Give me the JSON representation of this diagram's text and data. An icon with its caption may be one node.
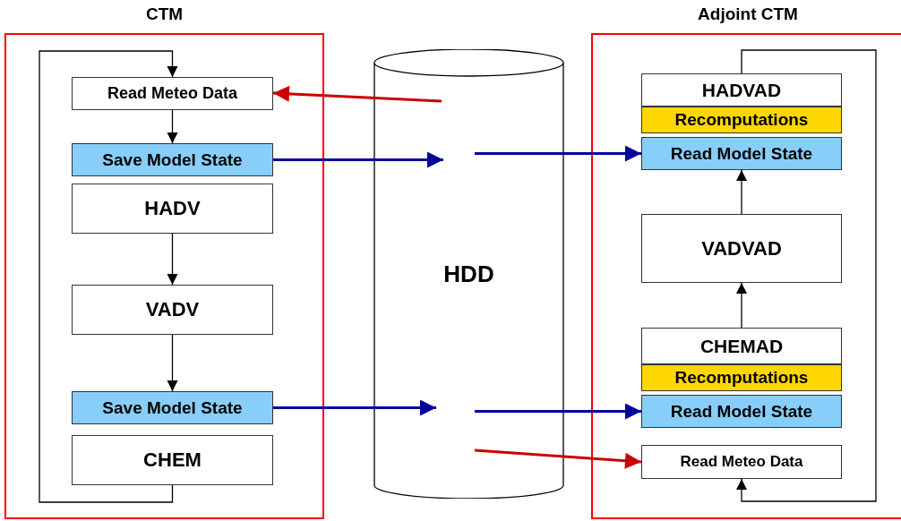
{
  "diagram": {
    "nodes": [
      {
        "text": [
          "CTM"
        ]
      },
      {
        "text": [
          "Read Meteo Data"
        ],
        "in": 0
      },
      {
        "text": [
          "Save Model State"
        ],
        "in": 0
      },
      {
        "text": [
          "HADV"
        ],
        "in": 0
      },
      {
        "text": [
          "VADV"
        ],
        "in": 0
      },
      {
        "text": [
          "Save Model State"
        ],
        "in": 0
      },
      {
        "text": [
          "CHEM"
        ],
        "in": 0
      },
      {
        "text": [
          "HDD"
        ]
      },
      {
        "text": [
          "Adjoint CTM"
        ]
      },
      {
        "text": [
          "HADVAD"
        ],
        "in": 8
      },
      {
        "text": [
          "Recomputations"
        ],
        "in": 8
      },
      {
        "text": [
          "Read Model State"
        ],
        "in": 8
      },
      {
        "text": [
          "VADVAD"
        ],
        "in": 8
      },
      {
        "text": [
          "CHEMAD"
        ],
        "in": 8
      },
      {
        "text": [
          "Recomputations"
        ],
        "in": 8
      },
      {
        "text": [
          "Read Model State"
        ],
        "in": 8
      },
      {
        "text": [
          "Read Meteo Data"
        ],
        "in": 8
      }
    ],
    "edges": [
      {
        "from": 1,
        "to": 2,
        "arrow": "to"
      },
      {
        "from": 3,
        "to": 4,
        "arrow": "to"
      },
      {
        "from": 4,
        "to": 5,
        "arrow": "to"
      },
      {
        "from": 6,
        "to": 1,
        "arrow": "to"
      },
      {
        "from": 7,
        "to": 1,
        "arrow": "to",
        "style": "thick",
        "color": "#cc0000"
      },
      {
        "from": 2,
        "to": 7,
        "arrow": "to",
        "style": "thick",
        "color": "#000099"
      },
      {
        "from": 7,
        "to": 11,
        "arrow": "to",
        "style": "thick",
        "color": "#000099"
      },
      {
        "from": 5,
        "to": 7,
        "arrow": "to",
        "style": "thick",
        "color": "#000099"
      },
      {
        "from": 7,
        "to": 15,
        "arrow": "to",
        "style": "thick",
        "color": "#000099"
      },
      {
        "from": 7,
        "to": 16,
        "arrow": "to",
        "style": "thick",
        "color": "#cc0000"
      },
      {
        "from": 12,
        "to": 11,
        "arrow": "to"
      },
      {
        "from": 13,
        "to": 12,
        "arrow": "to"
      },
      {
        "from": 9,
        "to": 16,
        "arrow": "to"
      }
    ]
  }
}
